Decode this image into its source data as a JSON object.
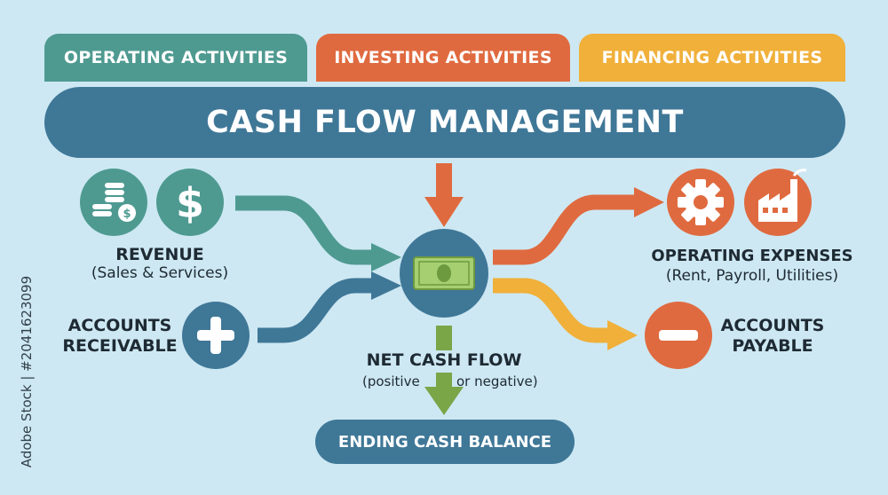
{
  "tabs": [
    {
      "label": "OPERATING ACTIVITIES",
      "color": "#4e9a91"
    },
    {
      "label": "INVESTING ACTIVITIES",
      "color": "#e06a3f"
    },
    {
      "label": "FINANCING ACTIVITIES",
      "color": "#f0b03a"
    }
  ],
  "banner": {
    "title": "CASH FLOW MANAGEMENT"
  },
  "revenue": {
    "title": "REVENUE",
    "subtitle": "(Sales & Services)"
  },
  "receivable": {
    "line1": "ACCOUNTS",
    "line2": "RECEIVABLE"
  },
  "net": {
    "title": "NET CASH FLOW",
    "subtitle_left": "(positive",
    "subtitle_right": "or negative)"
  },
  "expenses": {
    "title": "OPERATING EXPENSES",
    "subtitle": "(Rent, Payroll, Utilities)"
  },
  "payable": {
    "line1": "ACCOUNTS",
    "line2": "PAYABLE"
  },
  "ending": {
    "label": "ENDING CASH BALANCE"
  },
  "watermark": "Adobe Stock | #2041623099",
  "colors": {
    "teal": "#4e9a91",
    "blue": "#3f7797",
    "orange": "#e06a3f",
    "yellow": "#f0b03a",
    "green": "#7aa648",
    "background": "#cde8f3"
  },
  "icons": [
    "coins-icon",
    "dollar-icon",
    "plus-icon",
    "cash-icon",
    "gear-icon",
    "factory-icon",
    "minus-icon"
  ]
}
